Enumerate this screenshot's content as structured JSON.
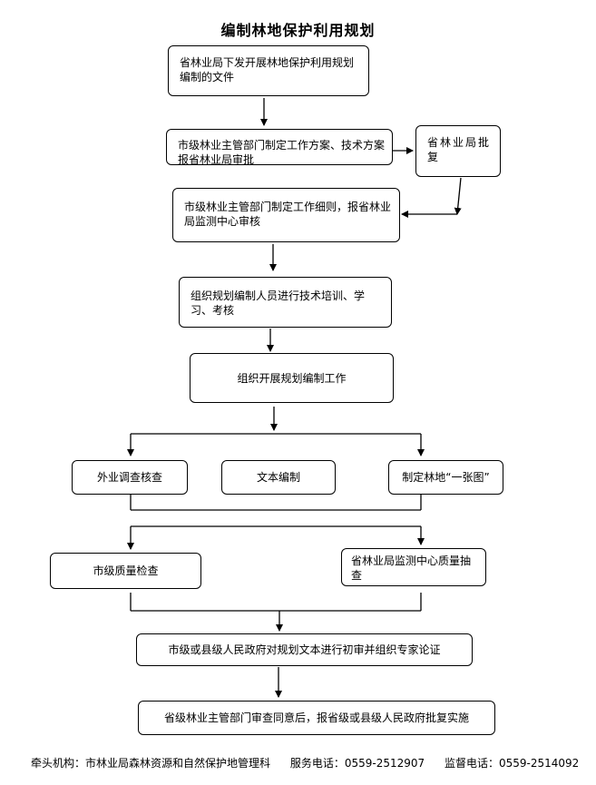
{
  "title": "编制林地保护利用规划",
  "steps": {
    "s1": "省林业局下发开展林地保护利用规划编制的文件",
    "s2": "市级林业主管部门制定工作方案、技术方案报省林业局审批",
    "approve": "省林业局批复",
    "s3": "市级林业主管部门制定工作细则，报省林业局监测中心审核",
    "s4": "组织规划编制人员进行技术培训、学习、考核",
    "s5": "组织开展规划编制工作",
    "b1": "外业调查核查",
    "b2": "文本编制",
    "b3": "制定林地“一张图”",
    "q1": "市级质量检查",
    "q2": "省林业局监测中心质量抽查",
    "s6": "市级或县级人民政府对规划文本进行初审并组织专家论证",
    "s7": "省级林业主管部门审查同意后，报省级或县级人民政府批复实施"
  },
  "footer": {
    "org": "牵头机构：市林业局森林资源和自然保护地管理科",
    "service": "服务电话：0559-2512907",
    "supervise": "监督电话：0559-2514092"
  }
}
